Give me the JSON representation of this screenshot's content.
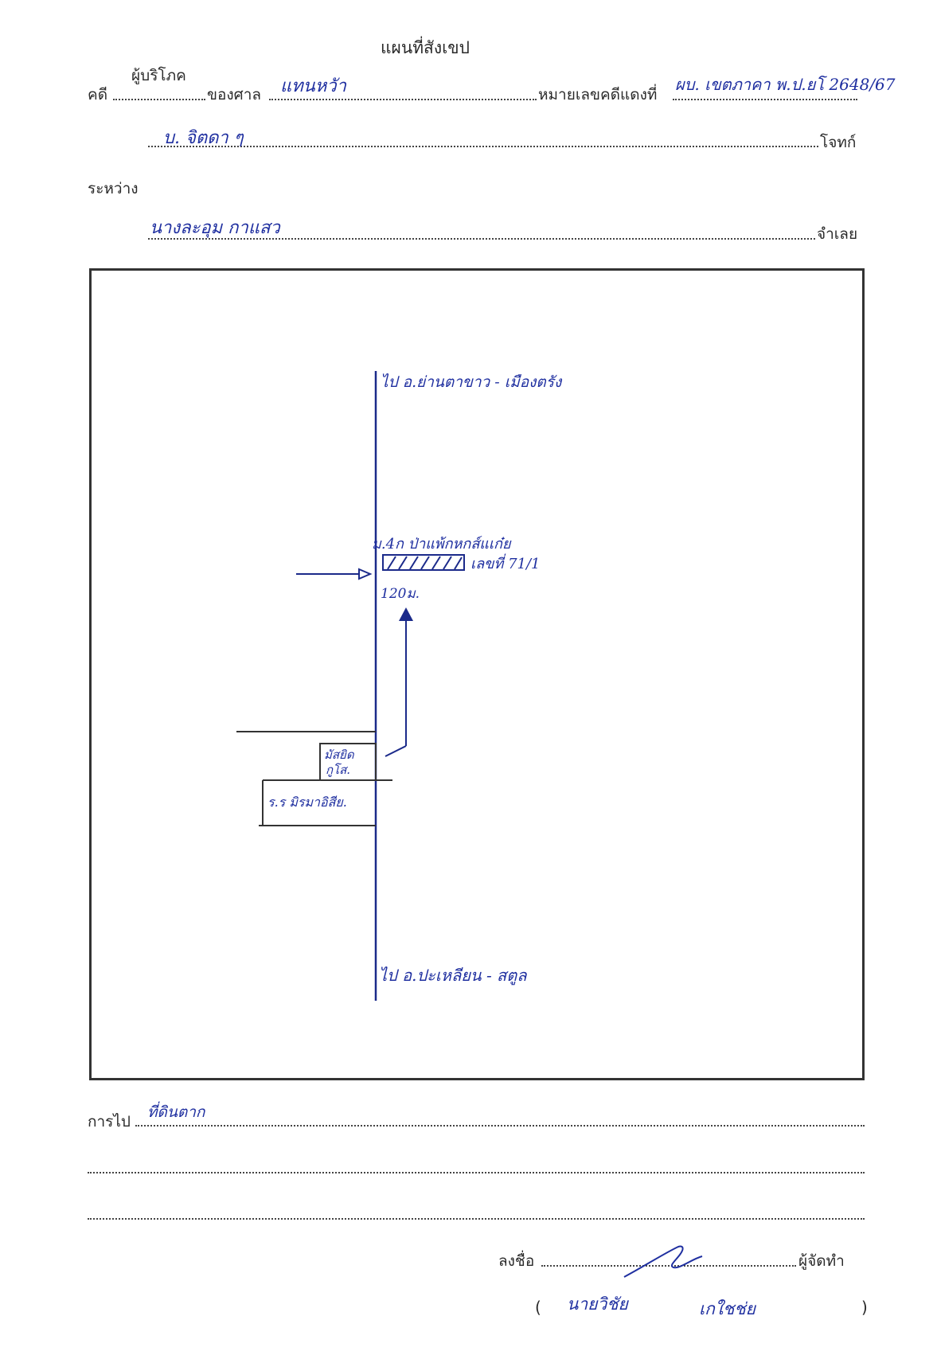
{
  "header": {
    "title": "แผนที่สังเขป"
  },
  "case": {
    "label_case": "คดี",
    "case_type_above": "ผู้บริโภค",
    "label_court": "ของศาล",
    "court_name": "แทนหวัา",
    "label_red_number": "หมายเลขคดีแดงที่",
    "red_number": "ผบ. เขตภาคา พ.ป.ยโ 2648/67",
    "plaintiff_handwritten": "บ. จิตดา ๆ",
    "label_plaintiff": "โจทก์",
    "label_between": "ระหว่าง",
    "defendant_handwritten": "นางละอุม กาแสว",
    "label_defendant": "จำเลย"
  },
  "map": {
    "top_road_label": "ไป อ.ย่านตาขาว - เมืองตรัง",
    "house_label_line1": "ม.4ก ป่าแพ้กหกส์แเก๋ย",
    "house_label_line2": "เลขที่ 71/1",
    "distance_label": "120ม.",
    "small_box_label_line1": "มัสยิด",
    "small_box_label_line2": "กูโส.",
    "school_label": "ร.ร มิรมาอิสีย.",
    "bottom_road_label": "ไป อ.ปะเหลียน - สตูล"
  },
  "footer": {
    "label_route": "การไป",
    "route_handwritten": "ที่ดินตาก",
    "label_sign": "ลงชื่อ",
    "label_preparer": "ผู้จัดทำ",
    "paren_open": "(",
    "paren_close": ")",
    "name_handwritten_1": "นายวิชัย",
    "name_handwritten_2": "เกใชช่ย"
  }
}
